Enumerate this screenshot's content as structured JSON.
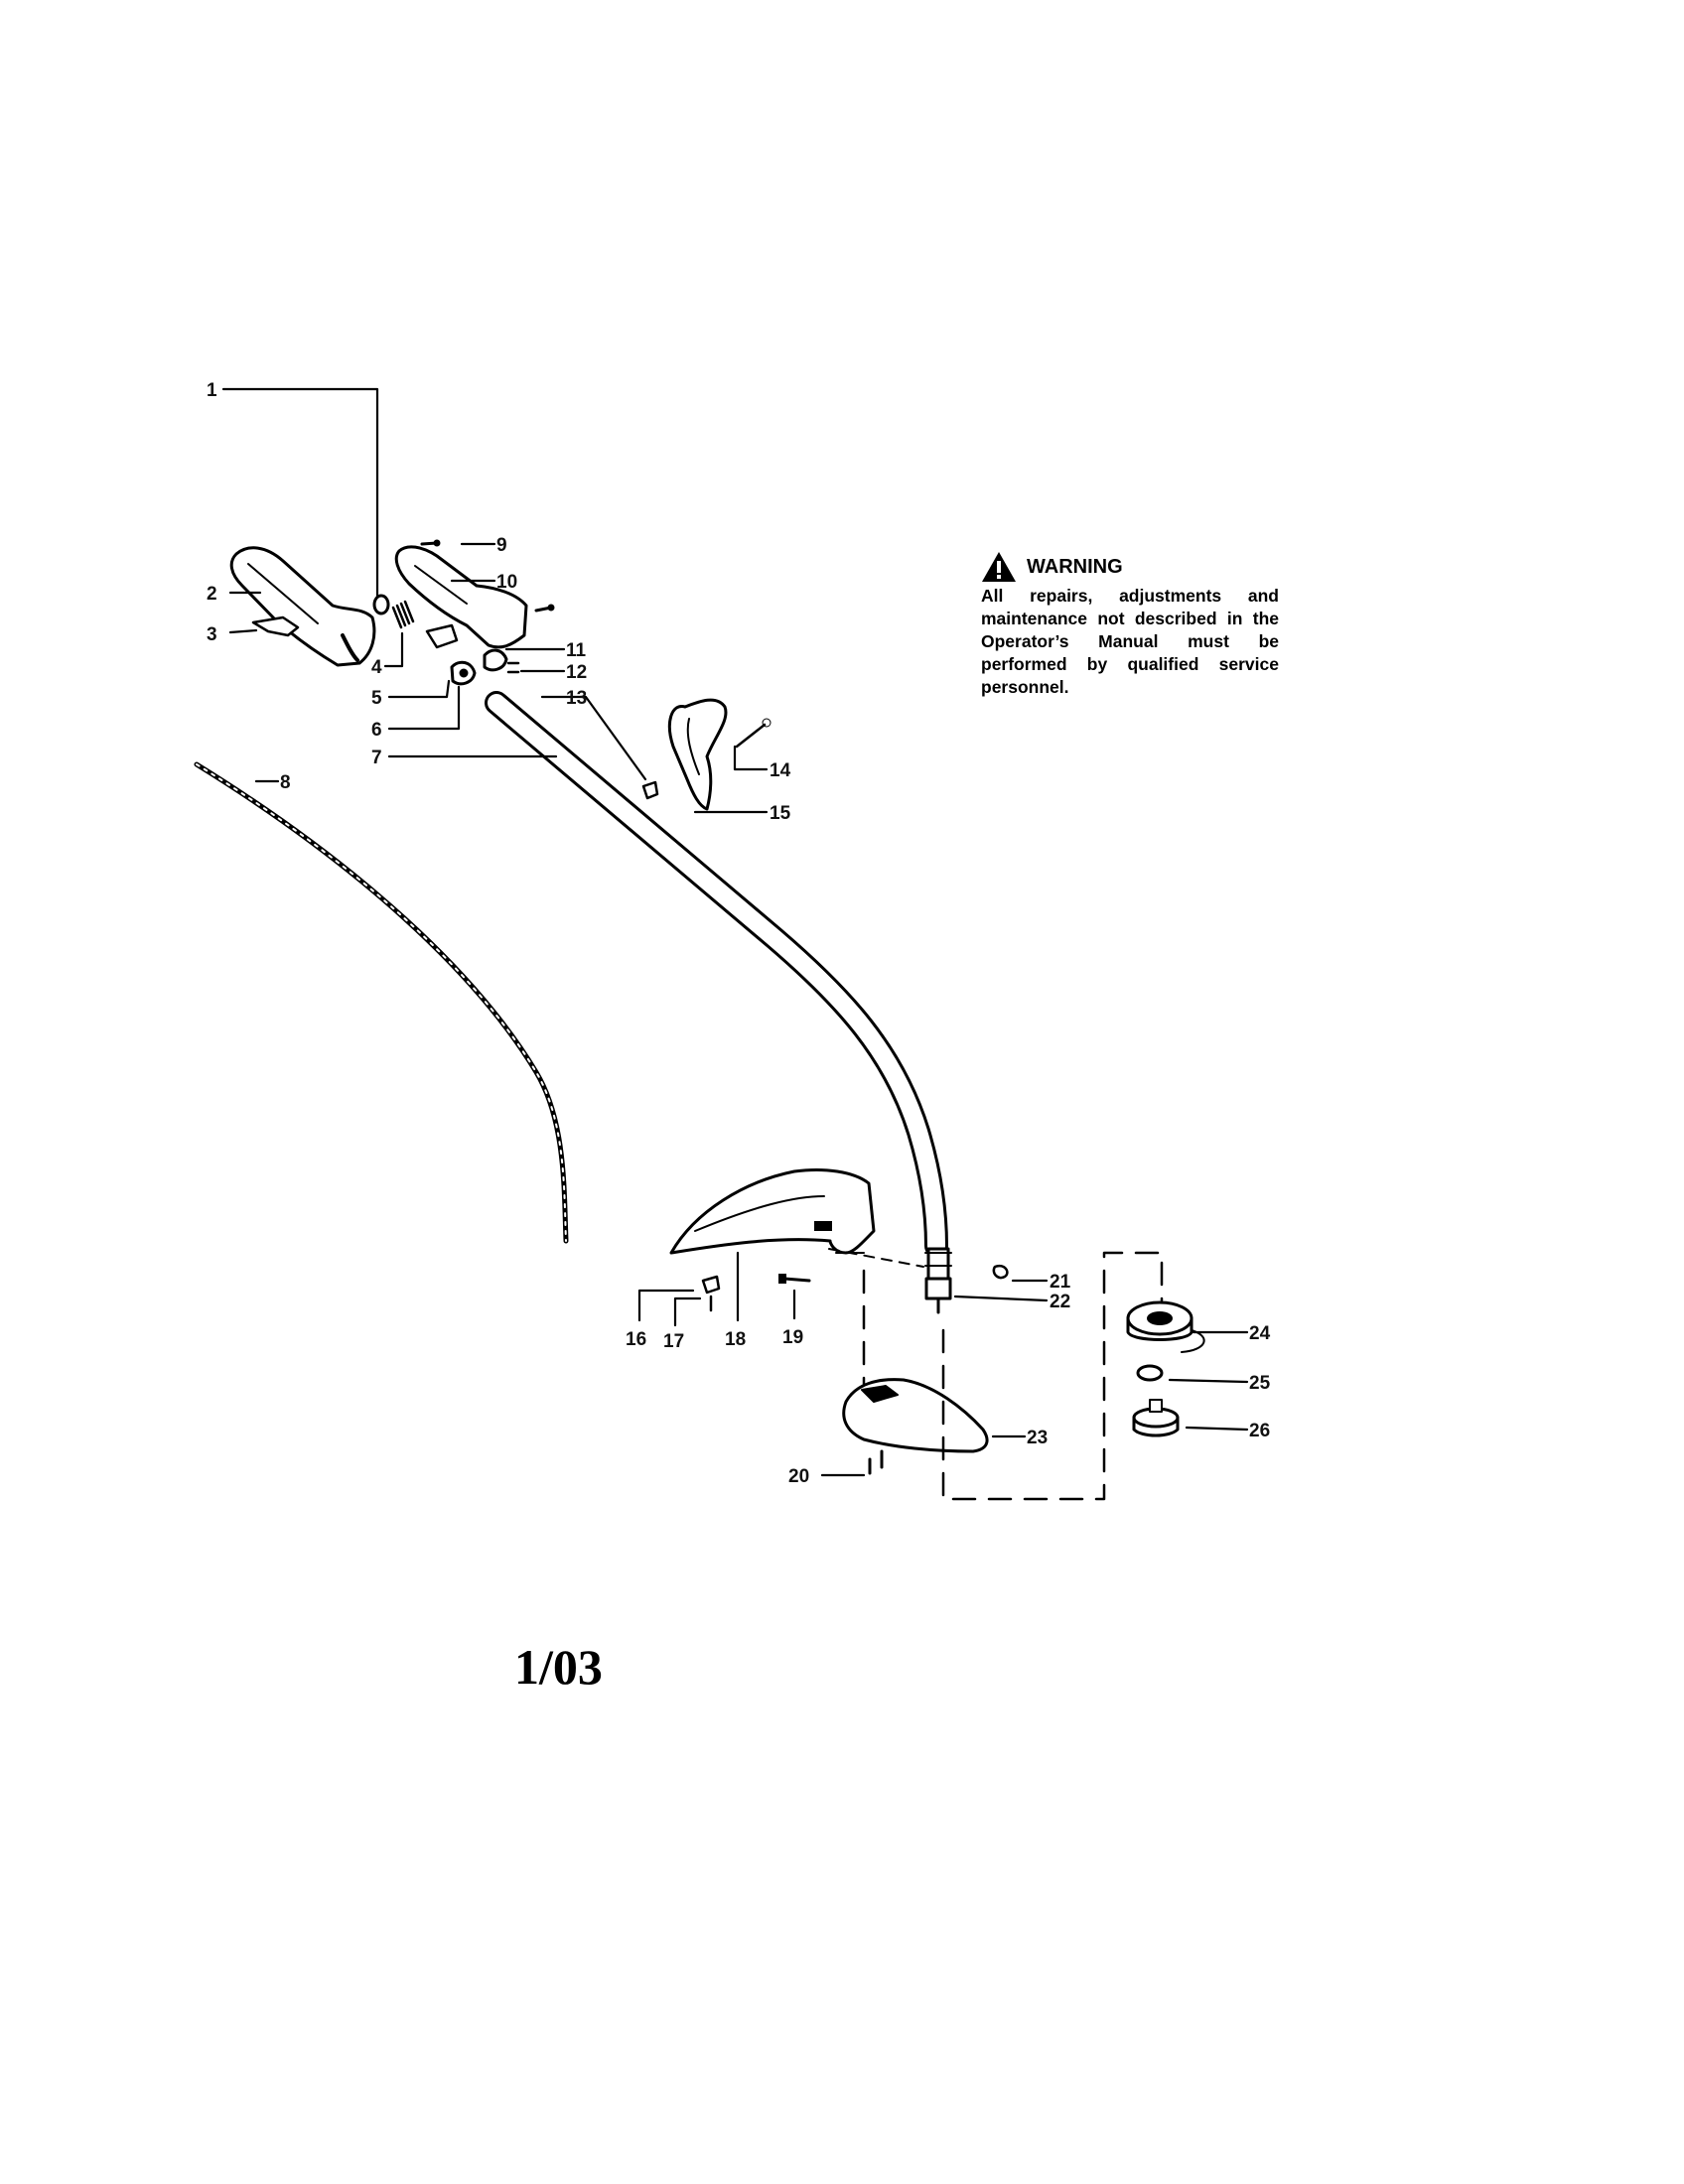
{
  "warning": {
    "title": "WARNING",
    "text": "All repairs, adjustments and maintenance not described in the Operator’s Manual must be performed by qualified service personnel.",
    "icon": "warning-triangle-icon"
  },
  "footer": {
    "date_code": "1/03"
  },
  "callouts": [
    {
      "id": "1",
      "text": "1"
    },
    {
      "id": "2",
      "text": "2"
    },
    {
      "id": "3",
      "text": "3"
    },
    {
      "id": "4",
      "text": "4"
    },
    {
      "id": "5",
      "text": "5"
    },
    {
      "id": "6",
      "text": "6"
    },
    {
      "id": "7",
      "text": "7"
    },
    {
      "id": "8",
      "text": "8"
    },
    {
      "id": "9",
      "text": "9"
    },
    {
      "id": "10",
      "text": "10"
    },
    {
      "id": "11",
      "text": "11"
    },
    {
      "id": "12",
      "text": "12"
    },
    {
      "id": "13",
      "text": "13"
    },
    {
      "id": "14",
      "text": "14"
    },
    {
      "id": "15",
      "text": "15"
    },
    {
      "id": "16",
      "text": "16"
    },
    {
      "id": "17",
      "text": "17"
    },
    {
      "id": "18",
      "text": "18"
    },
    {
      "id": "19",
      "text": "19"
    },
    {
      "id": "20",
      "text": "20"
    },
    {
      "id": "21",
      "text": "21"
    },
    {
      "id": "22",
      "text": "22"
    },
    {
      "id": "23",
      "text": "23"
    },
    {
      "id": "24",
      "text": "24"
    },
    {
      "id": "25",
      "text": "25"
    },
    {
      "id": "26",
      "text": "26"
    }
  ]
}
